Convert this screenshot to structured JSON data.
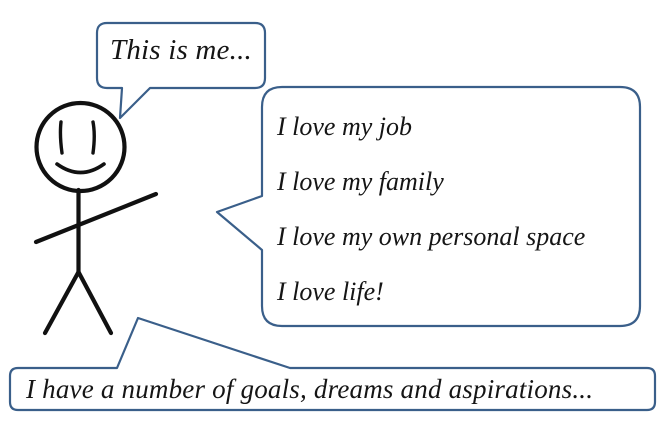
{
  "scene": {
    "description": "stick figure with three speech bubbles",
    "background_color": "#ffffff",
    "bubble_border_color": "#3a5f8a",
    "figure_color": "#000000"
  },
  "figure": {
    "name": "stick-figure",
    "parts": [
      "head",
      "eye-left",
      "eye-right",
      "smile",
      "torso",
      "arms",
      "leg-left",
      "leg-right"
    ]
  },
  "bubbles": {
    "small": {
      "name": "small-speech-bubble",
      "text": "This is me..."
    },
    "main": {
      "name": "main-speech-bubble",
      "lines": [
        "I love my job",
        "I love my family",
        "I love my own personal space",
        "I love life!"
      ]
    },
    "bottom": {
      "name": "bottom-speech-bubble",
      "text": "I have a number of goals, dreams and aspirations..."
    }
  }
}
